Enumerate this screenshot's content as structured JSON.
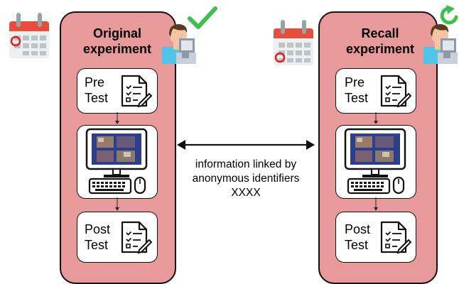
{
  "panels": [
    {
      "title_line1": "Original",
      "title_line2": "experiment",
      "pre_test": {
        "line1": "Pre",
        "line2": "Test"
      },
      "post_test": {
        "line1": "Post",
        "line2": "Test"
      },
      "status_icon": "green-checkmark-icon"
    },
    {
      "title_line1": "Recall",
      "title_line2": "experiment",
      "pre_test": {
        "line1": "Pre",
        "line2": "Test"
      },
      "post_test": {
        "line1": "Post",
        "line2": "Test"
      },
      "status_icon": "green-refresh-icon"
    }
  ],
  "link_text": {
    "line1": "information linked by",
    "line2": "anonymous identifiers",
    "line3": "XXXX"
  },
  "icons": [
    "calendar-icon",
    "person-at-computer-icon",
    "document-checklist-icon",
    "desktop-computer-icon",
    "double-headed-arrow-icon"
  ],
  "colors": {
    "panel": "#e89a9b",
    "check": "#3cc14a",
    "calendar_red": "#e74c3c",
    "screen": "#2c3e8c"
  }
}
